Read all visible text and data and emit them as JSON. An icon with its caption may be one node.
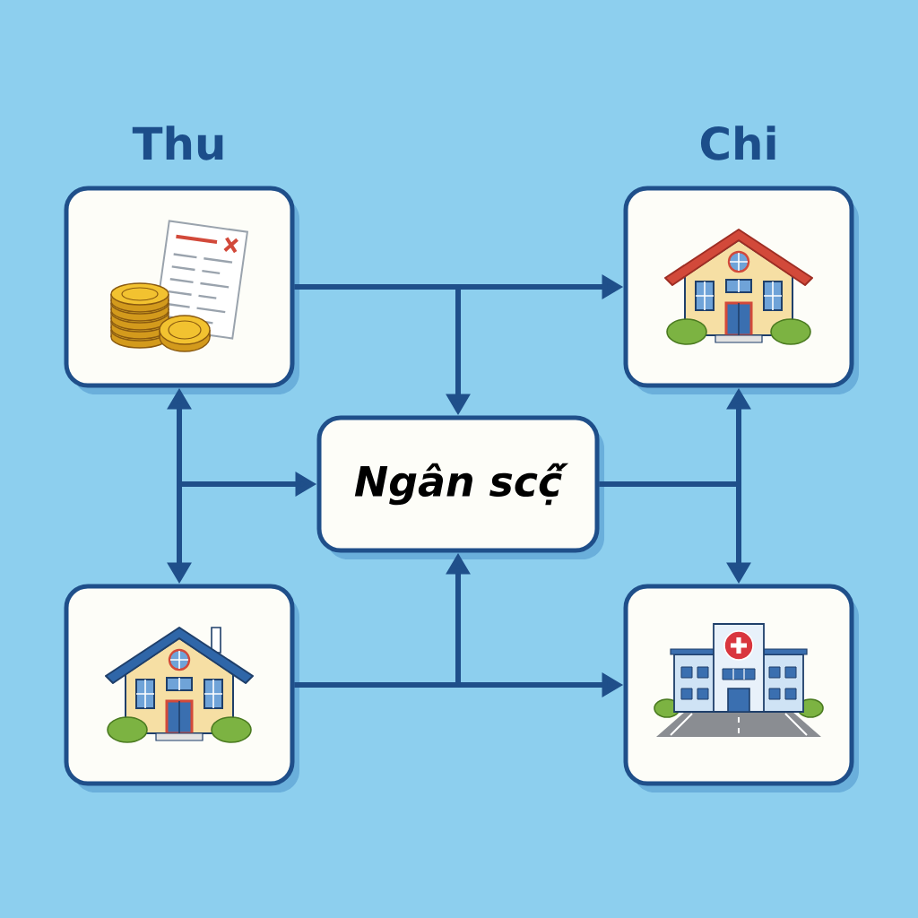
{
  "diagram": {
    "nodes": [
      {
        "text": [
          "Thu"
        ]
      },
      {
        "text": [
          "Chi"
        ]
      },
      {
        "text": [
          "Ngân scĉ̣́"
        ]
      },
      {
        "text": [],
        "shape": "picture"
      },
      {
        "text": [],
        "shape": "picture"
      }
    ],
    "edges": [
      {
        "from": 0,
        "to": 1,
        "arrow": "to"
      },
      {
        "from": 0,
        "to": 2,
        "arrow": "to"
      },
      {
        "from": 0,
        "to": 3,
        "arrow": "both"
      },
      {
        "from": null,
        "to": 2,
        "arrow": "to"
      },
      {
        "from": 2,
        "to": 1,
        "arrow": "to"
      },
      {
        "from": 2,
        "to": 4,
        "arrow": "to"
      },
      {
        "from": 3,
        "to": 4,
        "arrow": "to"
      },
      {
        "from": 3,
        "to": 2,
        "arrow": "to"
      }
    ]
  }
}
